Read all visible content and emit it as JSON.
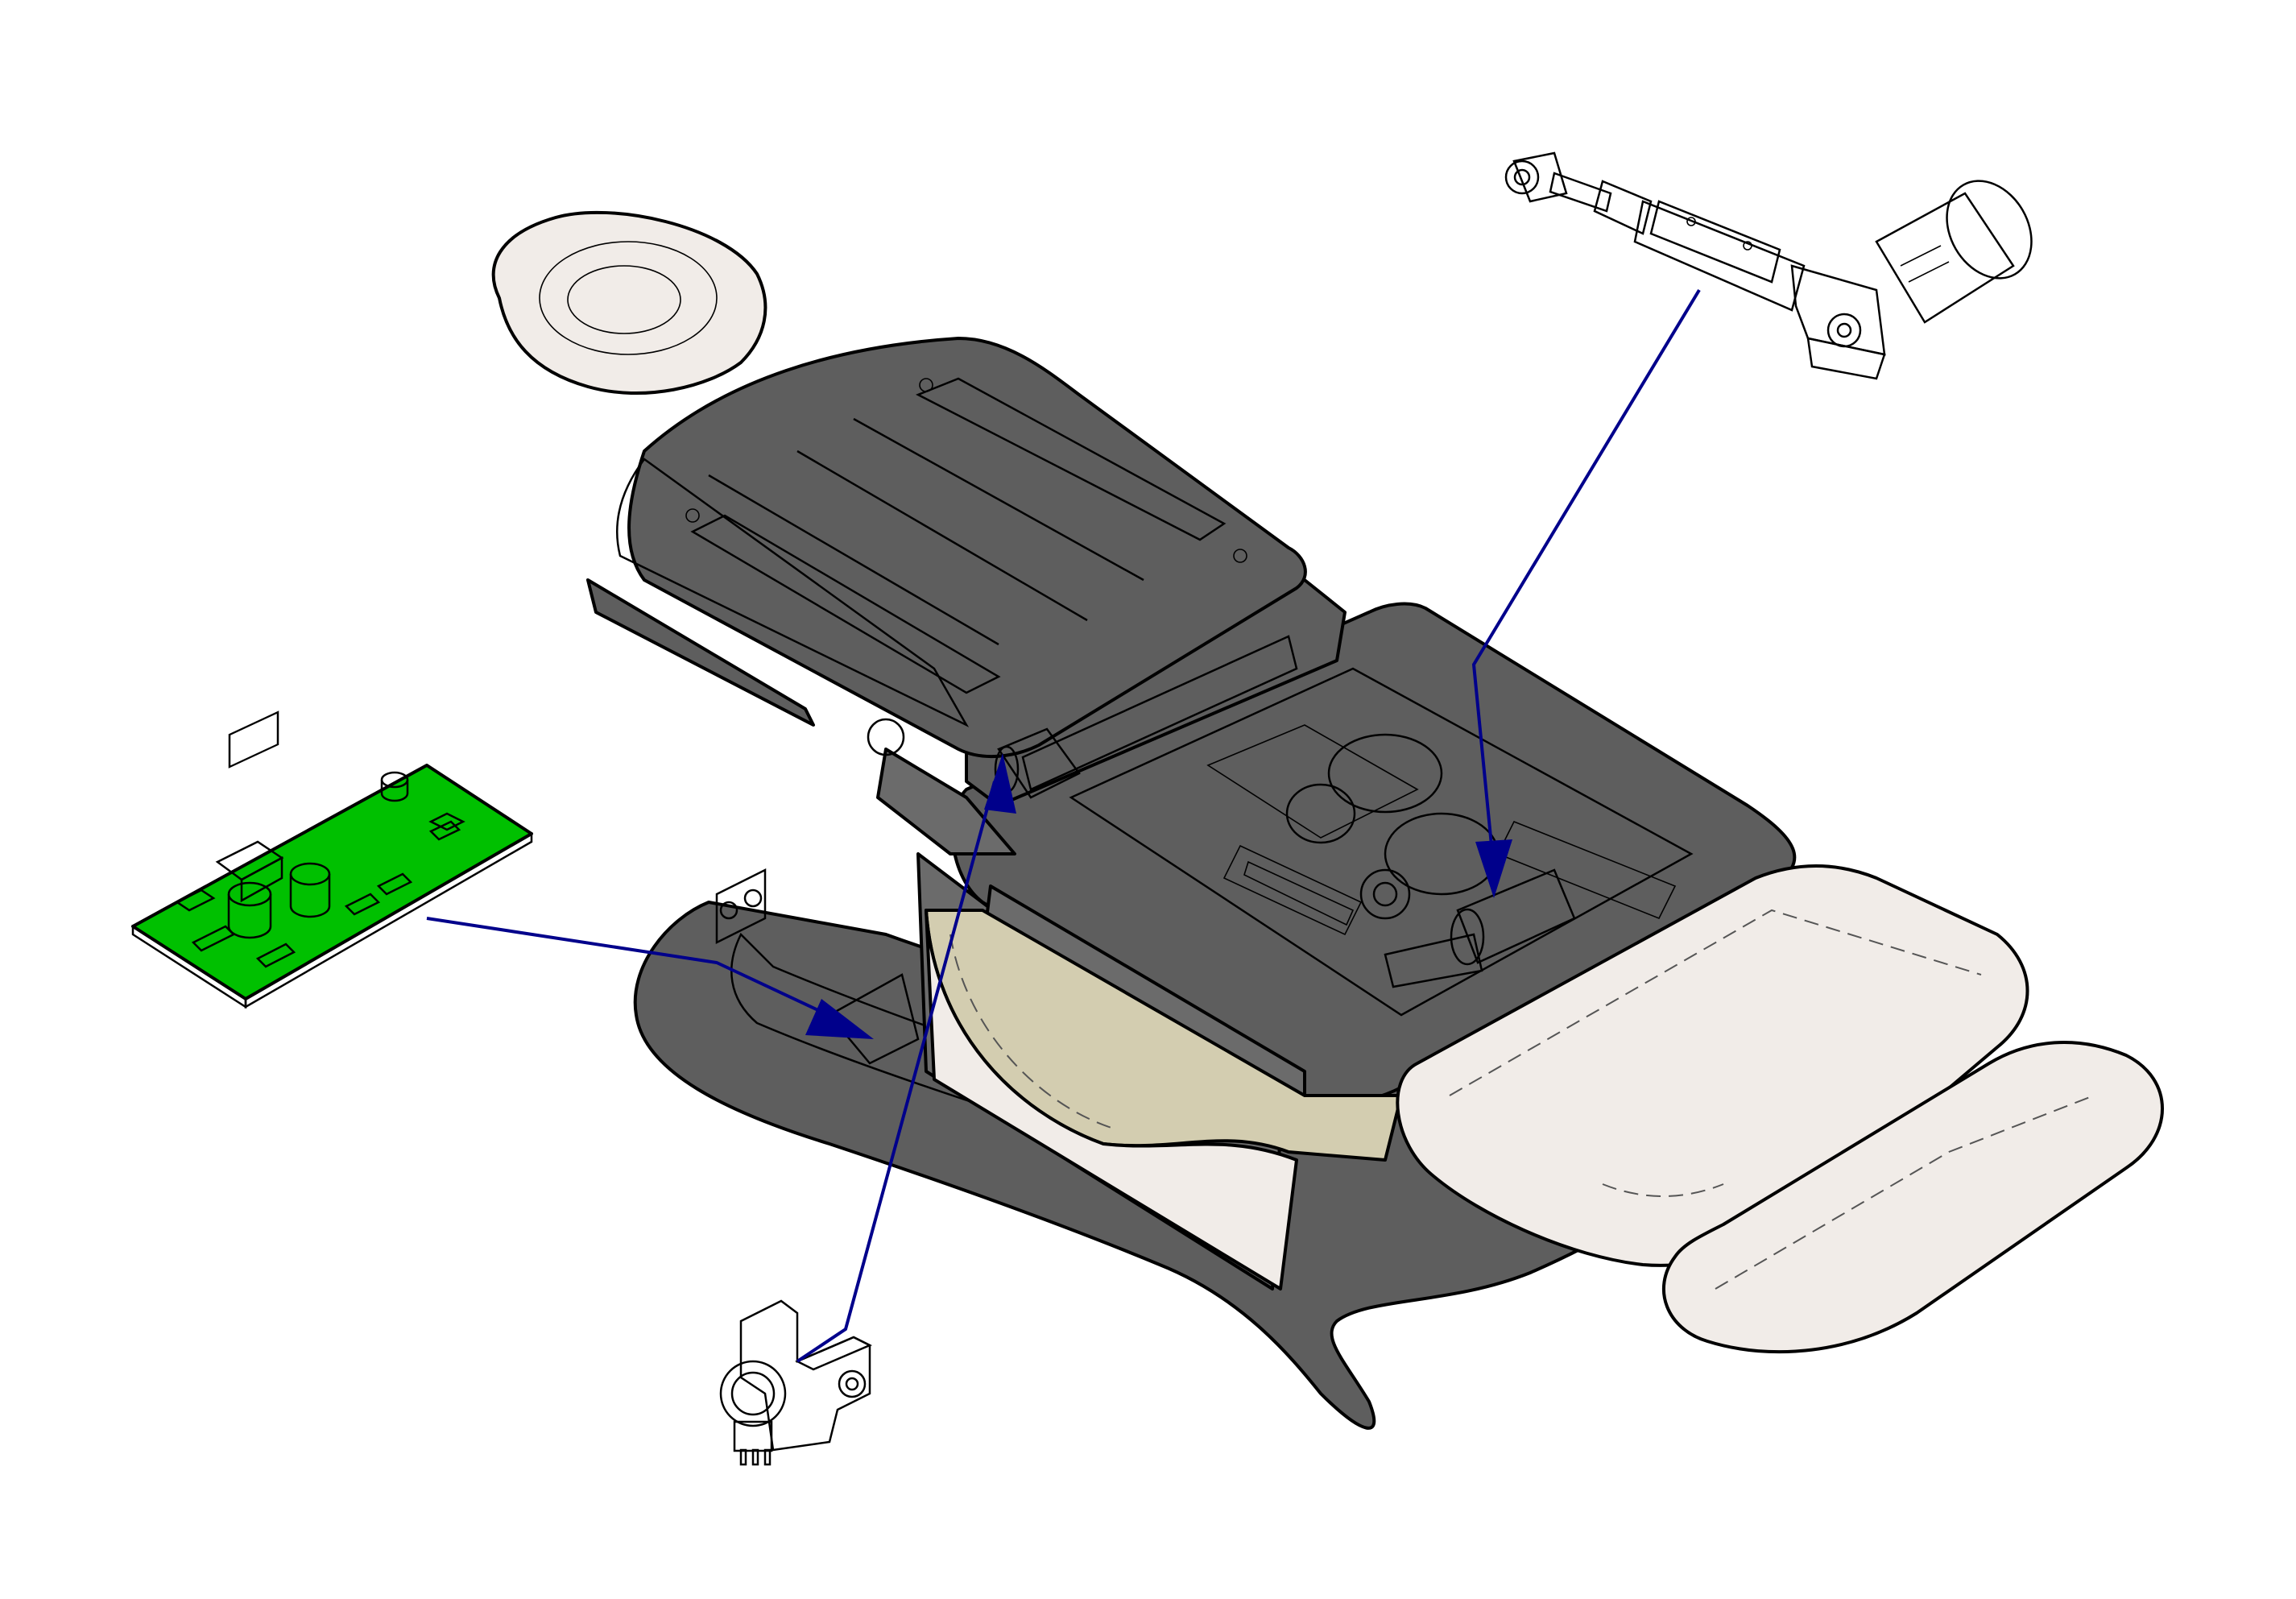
{
  "diagram": {
    "background": "#ffffff",
    "colors": {
      "housing_dark": "#5e5e5e",
      "housing_mid": "#7a7a7a",
      "housing_light": "#9a9a9a",
      "cushion": "#f1ece8",
      "skirt_tan": "#d3cdb0",
      "pcb_green": "#00c000",
      "pcb_dark": "#008a00",
      "callout_blue": "#00008b",
      "outline": "#000000"
    },
    "parts": [
      {
        "id": "headrest-pillow",
        "icon": "pillow-icon"
      },
      {
        "id": "backrest",
        "icon": "backrest-icon"
      },
      {
        "id": "seat-frame",
        "icon": "frame-icon"
      },
      {
        "id": "base-housing",
        "icon": "base-icon"
      },
      {
        "id": "seat-cushion",
        "icon": "cushion-icon"
      },
      {
        "id": "leg-rest-cushion",
        "icon": "cushion-icon"
      },
      {
        "id": "linear-actuator",
        "icon": "actuator-icon"
      },
      {
        "id": "control-board",
        "icon": "pcb-icon"
      },
      {
        "id": "switch-bracket",
        "icon": "switch-icon"
      }
    ],
    "callouts": [
      {
        "from": "linear-actuator",
        "to": "seat-frame",
        "color": "#00008b"
      },
      {
        "from": "control-board",
        "to": "base-housing",
        "color": "#00008b"
      },
      {
        "from": "switch-bracket",
        "to": "backrest",
        "color": "#00008b"
      }
    ]
  }
}
